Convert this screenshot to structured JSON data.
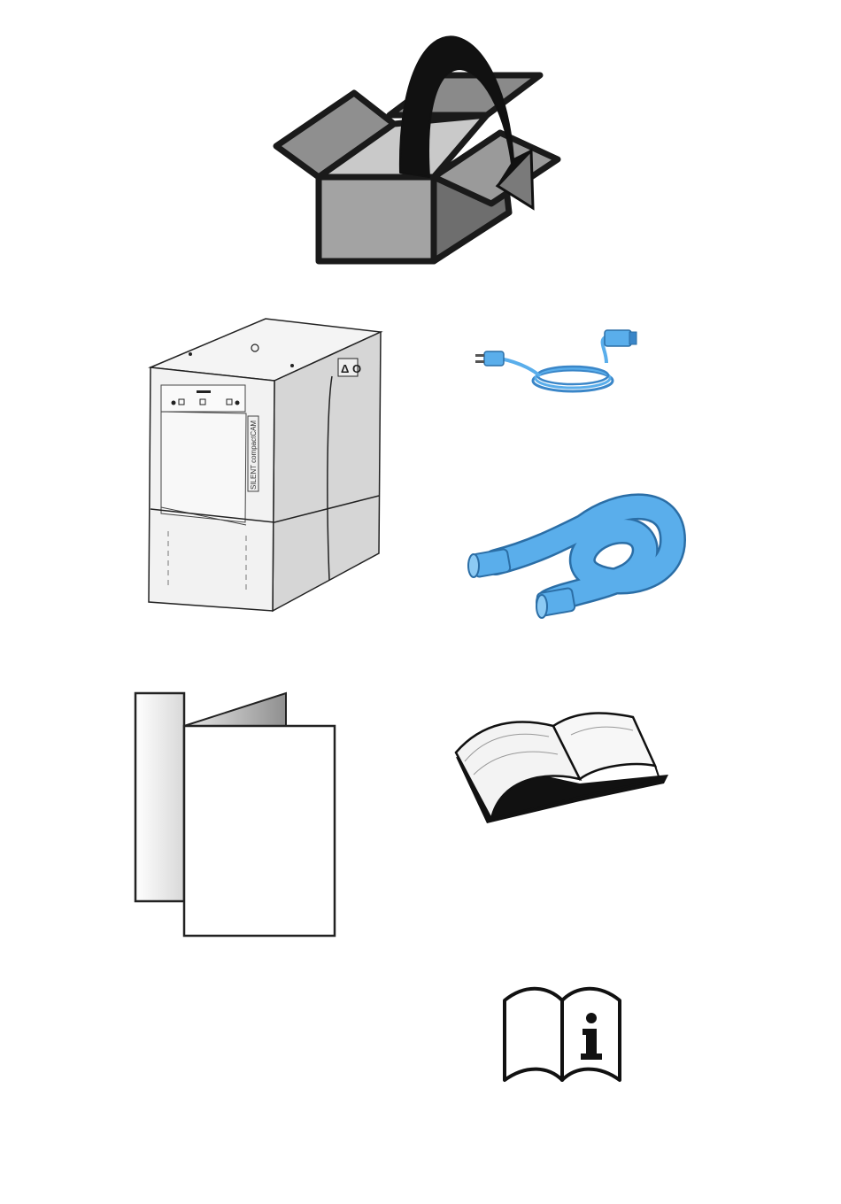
{
  "device": {
    "brand_label": "SILENT compactCAM",
    "warning_symbols": "Δ O"
  },
  "icons": {
    "unpack": "open-box-arrow-icon",
    "device": "suction-unit-illustration",
    "power_cord": "power-cord-icon",
    "hose": "suction-hose-icon",
    "leaflet": "folded-leaflet-icon",
    "manual": "open-book-icon",
    "info": "read-instructions-icon"
  },
  "colors": {
    "box_front": "#a3a3a3",
    "box_side": "#6e6e6e",
    "arrow": "#111111",
    "accessory_blue": "#5aaeeb",
    "outline": "#1a1a1a"
  }
}
